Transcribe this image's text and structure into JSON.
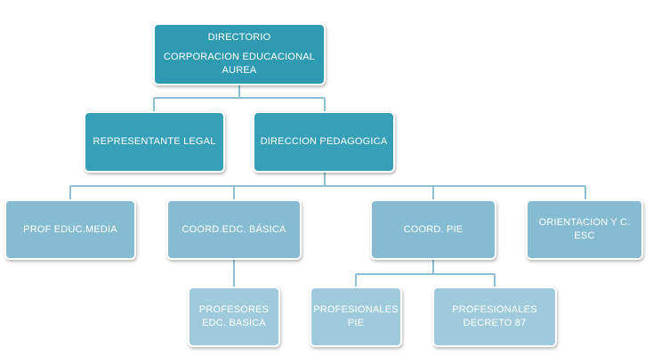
{
  "colors": {
    "level0": "#2e9bb3",
    "level1": "#35a0b8",
    "level2": "#86bcd2",
    "level3": "#9fcadb",
    "connector": "#8cc0d4"
  },
  "nodes": {
    "directorio": {
      "line1": "DIRECTORIO",
      "line2": "CORPORACION  EDUCACIONAL",
      "line3": "AUREA"
    },
    "representante_legal": {
      "label": "REPRESENTANTE  LEGAL"
    },
    "direccion_pedagogica": {
      "label": "DIRECCION  PEDAGOGICA"
    },
    "prof_educ_media": {
      "label": "PROF EDUC.MEDIA"
    },
    "coord_edc_basica": {
      "label": "COORD.EDC.  BÁSICA"
    },
    "coord_pie": {
      "label": "COORD.  PIE"
    },
    "orientacion": {
      "line1": "ORIENTACION Y C.",
      "line2": "ESC"
    },
    "profesores_basica": {
      "line1": "PROFESORES",
      "line2": "EDC.  BASICA"
    },
    "profesionales_pie": {
      "line1": "PROFESIONALES",
      "line2": "PIE"
    },
    "profesionales_decreto": {
      "line1": "PROFESIONALES",
      "line2": "DECRETO  87"
    }
  }
}
